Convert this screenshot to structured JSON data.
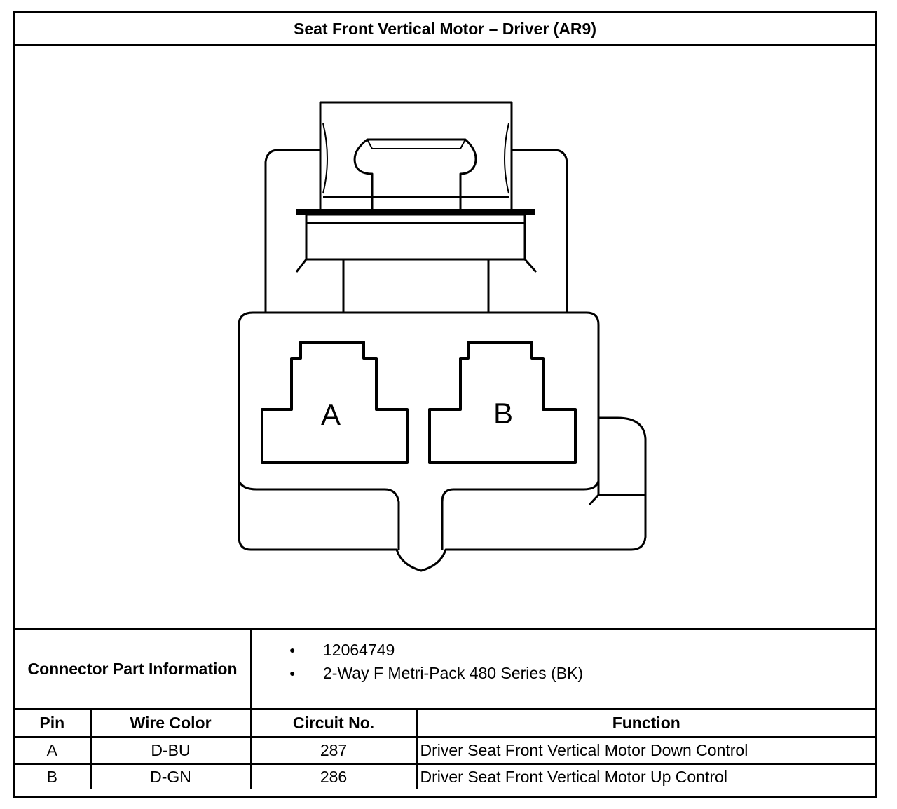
{
  "title": "Seat Front Vertical Motor – Driver (AR9)",
  "diagram": {
    "cavity_labels": [
      "A",
      "B"
    ]
  },
  "connector_info": {
    "label": "Connector Part Information",
    "items": [
      "12064749",
      "2-Way F Metri-Pack 480 Series (BK)"
    ]
  },
  "table": {
    "headers": [
      "Pin",
      "Wire Color",
      "Circuit No.",
      "Function"
    ],
    "rows": [
      [
        "A",
        "D-BU",
        "287",
        "Driver Seat Front Vertical Motor Down Control"
      ],
      [
        "B",
        "D-GN",
        "286",
        "Driver Seat Front Vertical Motor Up Control"
      ]
    ]
  }
}
